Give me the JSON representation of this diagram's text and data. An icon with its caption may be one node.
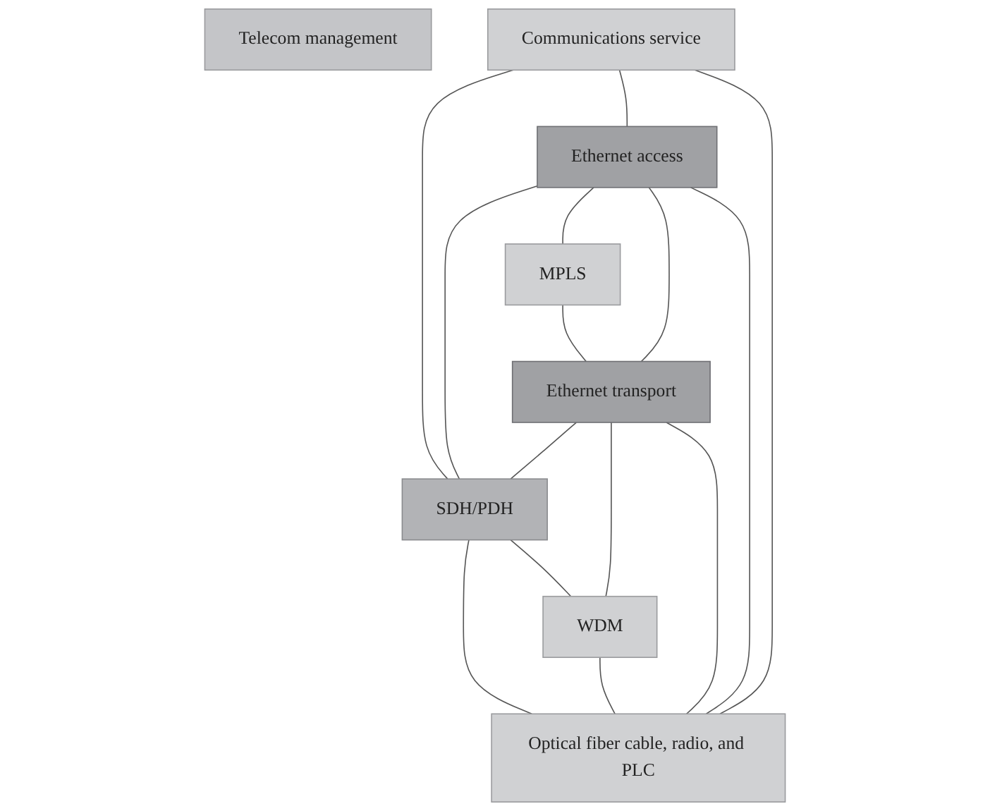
{
  "diagram": {
    "nodes": [
      {
        "text": [
          "Telecom management"
        ]
      },
      {
        "text": [
          "Communications service"
        ]
      },
      {
        "text": [
          "Ethernet access"
        ]
      },
      {
        "text": [
          "MPLS"
        ]
      },
      {
        "text": [
          "Ethernet transport"
        ]
      },
      {
        "text": [
          "SDH/PDH"
        ]
      },
      {
        "text": [
          "WDM"
        ]
      },
      {
        "text": [
          "Optical fiber cable, radio, and PLC"
        ]
      }
    ],
    "edges": [
      {
        "from": 1,
        "to": 5,
        "arrow": "none"
      },
      {
        "from": 1,
        "to": 2,
        "arrow": "none"
      },
      {
        "from": 1,
        "to": 7,
        "arrow": "none"
      },
      {
        "from": 2,
        "to": 5,
        "arrow": "none"
      },
      {
        "from": 2,
        "to": 3,
        "arrow": "none"
      },
      {
        "from": 2,
        "to": 4,
        "arrow": "none"
      },
      {
        "from": 2,
        "to": 7,
        "arrow": "none"
      },
      {
        "from": 3,
        "to": 4,
        "arrow": "none"
      },
      {
        "from": 4,
        "to": 5,
        "arrow": "none"
      },
      {
        "from": 4,
        "to": 6,
        "arrow": "none"
      },
      {
        "from": 4,
        "to": 7,
        "arrow": "none"
      },
      {
        "from": 5,
        "to": 7,
        "arrow": "none"
      },
      {
        "from": 5,
        "to": 6,
        "arrow": "none"
      },
      {
        "from": 6,
        "to": 7,
        "arrow": "none"
      }
    ]
  }
}
